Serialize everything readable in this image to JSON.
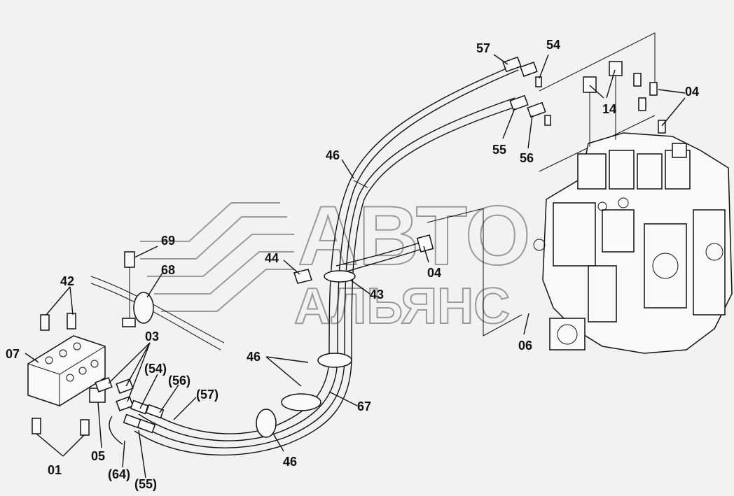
{
  "watermark": {
    "line1": "АВТО",
    "line2": "АЛЬЯНС"
  },
  "callouts": [
    {
      "id": "57",
      "text": "57"
    },
    {
      "id": "54",
      "text": "54"
    },
    {
      "id": "14",
      "text": "14"
    },
    {
      "id": "04a",
      "text": "04"
    },
    {
      "id": "55",
      "text": "55"
    },
    {
      "id": "56",
      "text": "56"
    },
    {
      "id": "46a",
      "text": "46"
    },
    {
      "id": "69",
      "text": "69"
    },
    {
      "id": "68",
      "text": "68"
    },
    {
      "id": "44",
      "text": "44"
    },
    {
      "id": "43",
      "text": "43"
    },
    {
      "id": "04b",
      "text": "04"
    },
    {
      "id": "06",
      "text": "06"
    },
    {
      "id": "42",
      "text": "42"
    },
    {
      "id": "07",
      "text": "07"
    },
    {
      "id": "03",
      "text": "03"
    },
    {
      "id": "54p",
      "text": "(54)"
    },
    {
      "id": "56p",
      "text": "(56)"
    },
    {
      "id": "57p",
      "text": "(57)"
    },
    {
      "id": "46b",
      "text": "46"
    },
    {
      "id": "67",
      "text": "67"
    },
    {
      "id": "05",
      "text": "05"
    },
    {
      "id": "01",
      "text": "01"
    },
    {
      "id": "64p",
      "text": "(64)"
    },
    {
      "id": "55p",
      "text": "(55)"
    },
    {
      "id": "46c",
      "text": "46"
    }
  ]
}
